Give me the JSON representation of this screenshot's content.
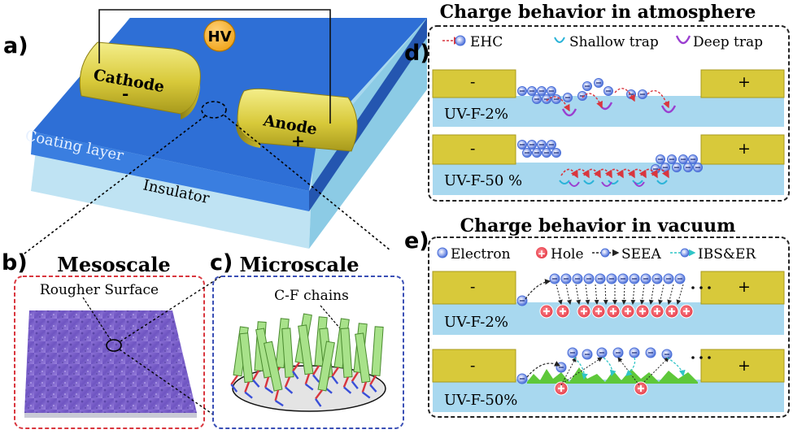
{
  "panel_a": {
    "letter": "a)",
    "hv": "HV",
    "cathode": "Cathode",
    "cathode_sign": "-",
    "anode": "Anode",
    "anode_sign": "+",
    "coating": "Coating layer",
    "insulator": "Insulator"
  },
  "panel_b": {
    "letter": "b)",
    "title": "Mesoscale",
    "label": "Rougher Surface"
  },
  "panel_c": {
    "letter": "c)",
    "title": "Microscale",
    "label": "C-F chains"
  },
  "panel_d": {
    "letter": "d)",
    "title": "Charge behavior in atmosphere",
    "legend": {
      "ehc": "EHC",
      "shallow": "Shallow trap",
      "deep": "Deep trap"
    },
    "row1": {
      "label": "UV-F-2%",
      "left_sign": "-",
      "right_sign": "+"
    },
    "row2": {
      "label": "UV-F-50 %",
      "left_sign": "-",
      "right_sign": "+"
    }
  },
  "panel_e": {
    "letter": "e)",
    "title": "Charge behavior in vacuum",
    "legend": {
      "electron": "Electron",
      "hole": "Hole",
      "seea": "SEEA",
      "ibs": "IBS&ER"
    },
    "row1": {
      "label": "UV-F-2%",
      "left_sign": "-",
      "right_sign": "+"
    },
    "row2": {
      "label": "UV-F-50%",
      "left_sign": "-",
      "right_sign": "+"
    }
  },
  "colors": {
    "electrode_gold": "#d8c93a",
    "coating_blue": "#2e6fd6",
    "insulator_blue": "#a8d8ef",
    "electron_blue": "#4a6fd8",
    "hole_red": "#ee4f5a",
    "green_surface": "#5ec83a",
    "dashed_red": "#d9363e",
    "dashed_blue": "#3a4fb5"
  }
}
